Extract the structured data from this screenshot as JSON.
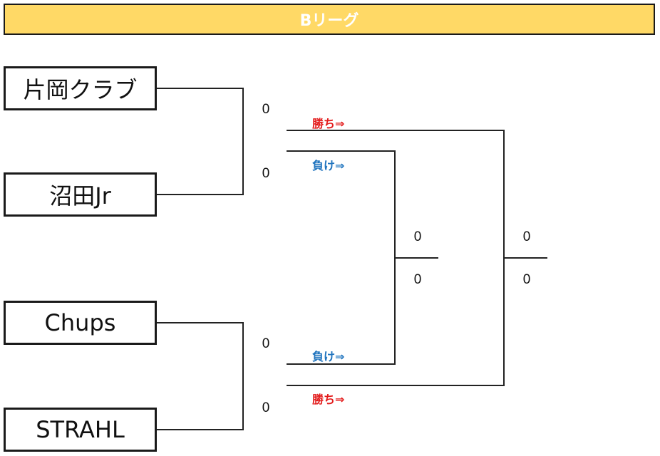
{
  "header": {
    "title": "Bリーグ",
    "bg_color": "#ffd966"
  },
  "teams": [
    {
      "name": "片岡クラブ"
    },
    {
      "name": "沼田Jr"
    },
    {
      "name": "Chups"
    },
    {
      "name": "STRAHL"
    }
  ],
  "round1": {
    "match1": {
      "score_top": "0",
      "score_bottom": "0"
    },
    "match2": {
      "score_top": "0",
      "score_bottom": "0"
    }
  },
  "labels": {
    "win_top": "勝ち⇒",
    "lose_top": "負け⇒",
    "lose_bottom": "負け⇒",
    "win_bottom": "勝ち⇒",
    "win_color": "#e31b1b",
    "lose_color": "#1e73be"
  },
  "losers_final": {
    "score_top": "0",
    "score_bottom": "0"
  },
  "winners_final": {
    "score_top": "0",
    "score_bottom": "0"
  }
}
